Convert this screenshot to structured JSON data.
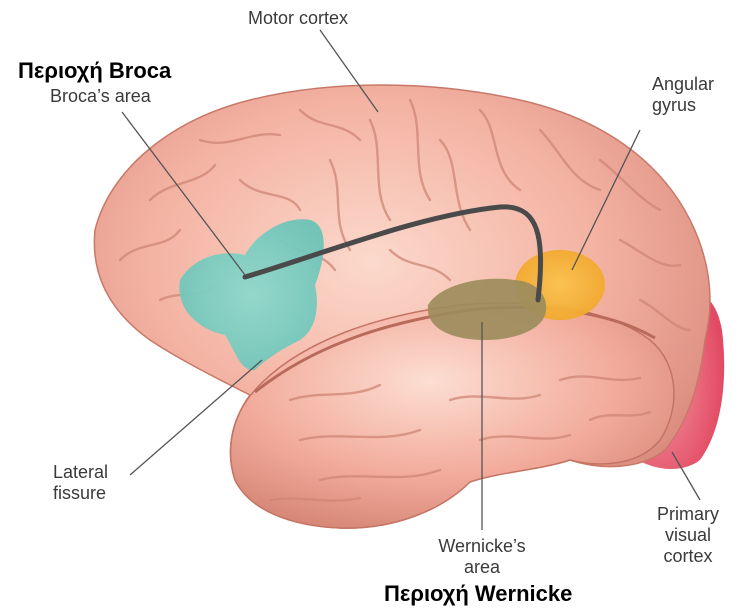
{
  "labels": {
    "motor_cortex": "Motor cortex",
    "brocas_area": "Broca’s area",
    "angular_gyrus_line1": "Angular",
    "angular_gyrus_line2": "gyrus",
    "lateral_fissure_line1": "Lateral",
    "lateral_fissure_line2": "fissure",
    "wernickes_area_line1": "Wernicke’s",
    "wernickes_area_line2": "area",
    "primary_visual_cortex_line1": "Primary",
    "primary_visual_cortex_line2": "visual",
    "primary_visual_cortex_line3": "cortex"
  },
  "greek_labels": {
    "broca": "Περιοχή Broca",
    "wernicke": "Περιοχή Wernicke"
  },
  "colors": {
    "brain_base": "#f4b3a3",
    "brain_shadow": "#d98a7c",
    "brain_highlight": "#fbd9cc",
    "broca_region": "#7fcfc4",
    "wernicke_region": "#9a8a5a",
    "angular_region": "#f7b13a",
    "visual_region": "#ec5a6e",
    "arcuate_fasciculus": "#4a4a4a",
    "leader_line": "#555555"
  },
  "icons": {
    "diagram": "brain-lateral-view-illustration"
  }
}
